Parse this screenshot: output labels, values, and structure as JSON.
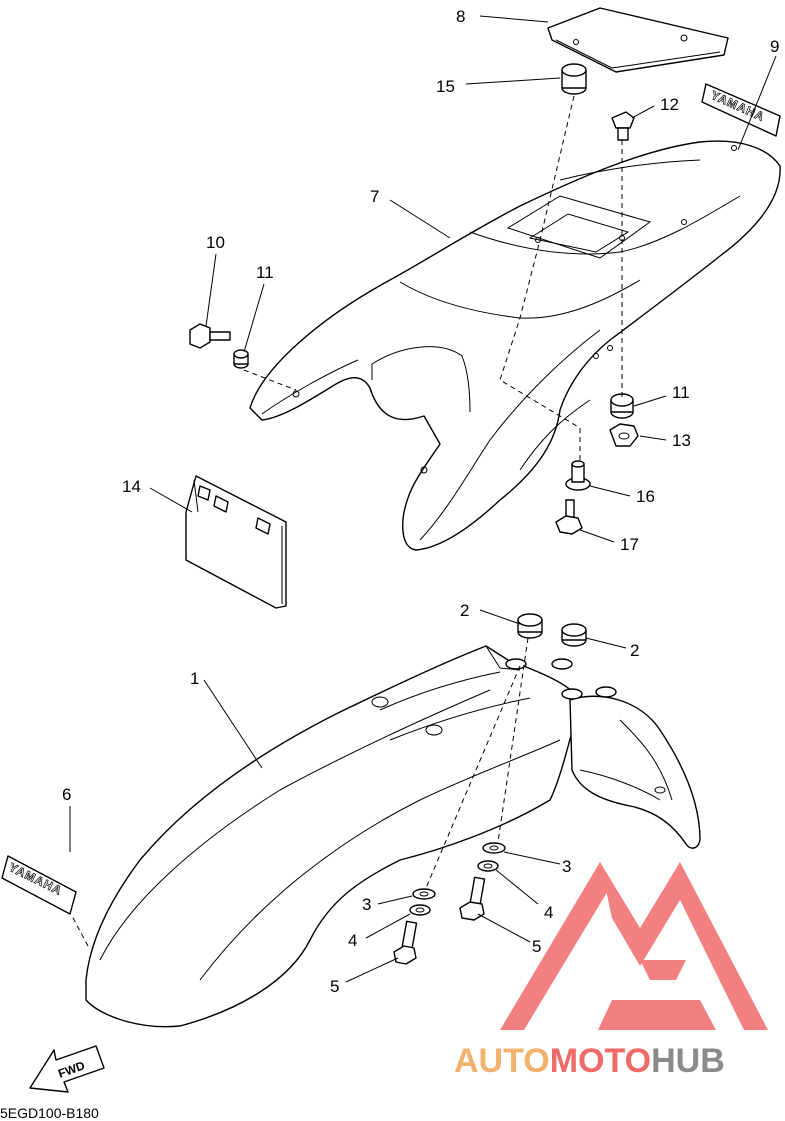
{
  "diagram_code": "5EGD100-B180",
  "callouts": [
    "1",
    "2",
    "2",
    "3",
    "3",
    "4",
    "4",
    "5",
    "5",
    "6",
    "7",
    "8",
    "9",
    "10",
    "11",
    "11",
    "12",
    "13",
    "14",
    "15",
    "16",
    "17"
  ],
  "decal_text": "YAMAHA",
  "fwd_label": "FWD",
  "watermark": {
    "part1": "AUTO",
    "part2": "MOTO",
    "part3": "HUB",
    "colors": {
      "auto": "#f3b16e",
      "moto": "#f06a6a",
      "hub": "#8a8a8a",
      "logo": "#f06a6a"
    }
  }
}
